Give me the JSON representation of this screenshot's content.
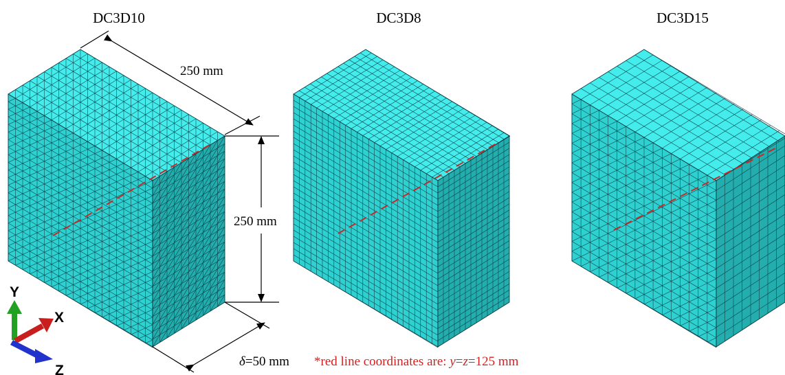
{
  "colors": {
    "mesh_light": "#44ecec",
    "mesh_mid": "#2fd0d0",
    "mesh_dark": "#23adad",
    "grid_line": "#0b3b44",
    "red_line": "#c62a2a",
    "axis_x": "#c81e1e",
    "axis_y": "#22a022",
    "axis_z": "#2233cc"
  },
  "models": [
    {
      "title": "DC3D10",
      "mesh": "tetrahedral"
    },
    {
      "title": "DC3D8",
      "mesh": "hexahedral"
    },
    {
      "title": "DC3D15",
      "mesh": "wedge"
    }
  ],
  "dimensions": {
    "length": "250 mm",
    "height": "250 mm",
    "thickness_symbol": "δ",
    "thickness_value": "=50 mm"
  },
  "note": {
    "prefix": "*red line coordinates are: ",
    "var_y": "y",
    "eq1": "=",
    "var_z": "z",
    "eq2": "=125 mm"
  },
  "axes": {
    "x": "X",
    "y": "Y",
    "z": "Z"
  }
}
